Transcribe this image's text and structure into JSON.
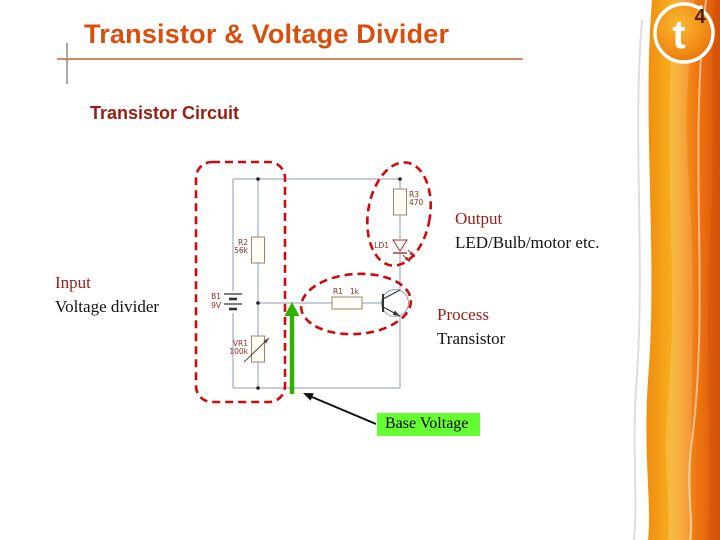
{
  "slide": {
    "title": "Transistor & Voltage Divider",
    "subtitle": "Transistor Circuit"
  },
  "annotations": {
    "input_heading": "Input",
    "input_detail": "Voltage divider",
    "output_heading": "Output",
    "output_detail": "LED/Bulb/motor etc.",
    "process_heading": "Process",
    "process_detail": "Transistor",
    "base_voltage_label": "Base Voltage"
  },
  "circuit": {
    "r2_name": "R2",
    "r2_value": "56k",
    "b1_name": "B1",
    "b1_value": "9V",
    "vr1_name": "VR1",
    "vr1_value": "100k",
    "r3_name": "R3",
    "r3_value": "470",
    "ld1_name": "LD1",
    "r1_name": "R1",
    "r1_value": "1k"
  },
  "logo": {
    "letter": "t",
    "number": "4"
  },
  "colors": {
    "title_orange": "#d94e0c",
    "heading_maroon": "#9b1b17",
    "highlight_green": "#66ff33",
    "callout_red": "#cf0a0a",
    "arrow_green": "#2db200",
    "swoosh_orange": "#ee7511"
  }
}
